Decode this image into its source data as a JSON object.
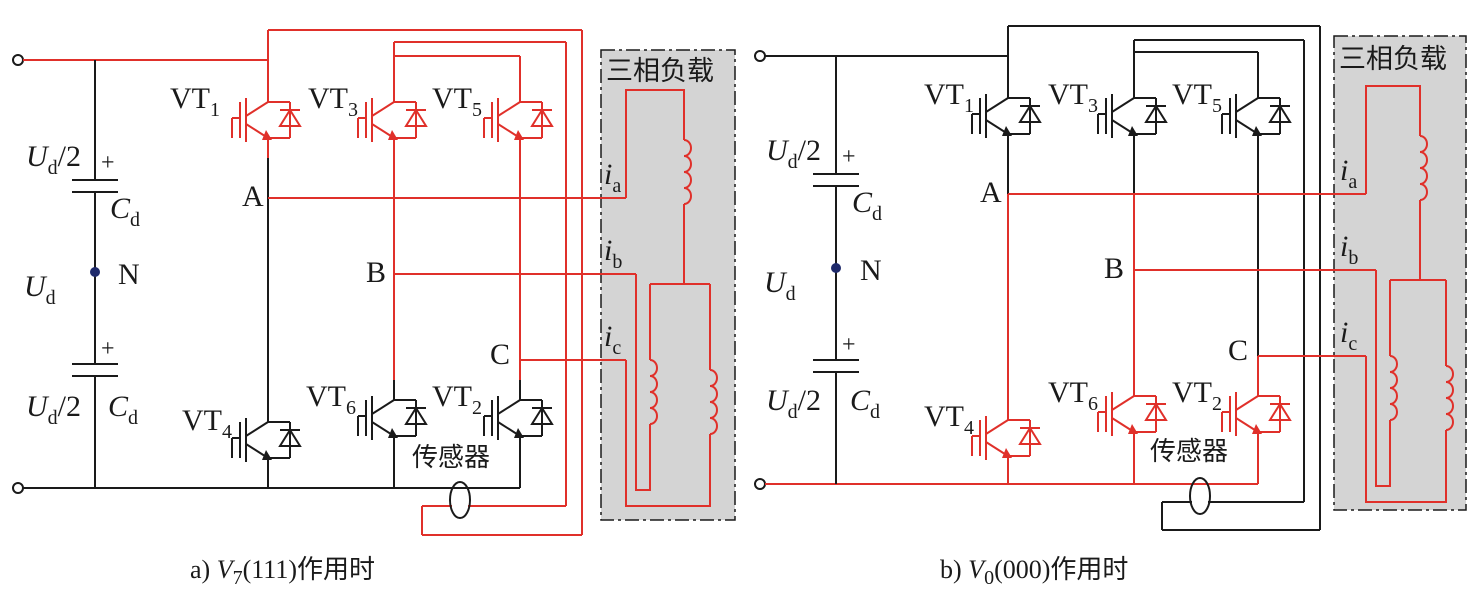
{
  "panels": [
    {
      "id": "a",
      "caption_prefix": "a) ",
      "caption_vec": "V",
      "caption_vec_sub": "7",
      "caption_state": "(111)作用时",
      "load_title": "三相负载",
      "sensor_label": "传感器",
      "node_a": "A",
      "node_b": "B",
      "node_c": "C",
      "node_n": "N",
      "ud_main": "U",
      "ud_main_sub": "d",
      "ud_half_top": "U",
      "ud_half_top_sub": "d",
      "ud_half_top_tail": "/2",
      "ud_half_bot": "U",
      "ud_half_bot_sub": "d",
      "ud_half_bot_tail": "/2",
      "cd_top": "C",
      "cd_top_sub": "d",
      "cd_bot": "C",
      "cd_bot_sub": "d",
      "plus": "+",
      "vt1": "VT",
      "vt1_sub": "1",
      "vt3": "VT",
      "vt3_sub": "3",
      "vt5": "VT",
      "vt5_sub": "5",
      "vt4": "VT",
      "vt4_sub": "4",
      "vt6": "VT",
      "vt6_sub": "6",
      "vt2": "VT",
      "vt2_sub": "2",
      "ia": "i",
      "ia_sub": "a",
      "ib": "i",
      "ib_sub": "b",
      "ic": "i",
      "ic_sub": "c"
    },
    {
      "id": "b",
      "caption_prefix": "b) ",
      "caption_vec": "V",
      "caption_vec_sub": "0",
      "caption_state": "(000)作用时",
      "load_title": "三相负载",
      "sensor_label": "传感器",
      "node_a": "A",
      "node_b": "B",
      "node_c": "C",
      "node_n": "N",
      "ud_main": "U",
      "ud_main_sub": "d",
      "ud_half_top": "U",
      "ud_half_top_sub": "d",
      "ud_half_top_tail": "/2",
      "ud_half_bot": "U",
      "ud_half_bot_sub": "d",
      "ud_half_bot_tail": "/2",
      "cd_top": "C",
      "cd_top_sub": "d",
      "cd_bot": "C",
      "cd_bot_sub": "d",
      "plus": "+",
      "vt1": "VT",
      "vt1_sub": "1",
      "vt3": "VT",
      "vt3_sub": "3",
      "vt5": "VT",
      "vt5_sub": "5",
      "vt4": "VT",
      "vt4_sub": "4",
      "vt6": "VT",
      "vt6_sub": "6",
      "vt2": "VT",
      "vt2_sub": "2",
      "ia": "i",
      "ia_sub": "a",
      "ib": "i",
      "ib_sub": "b",
      "ic": "i",
      "ic_sub": "c"
    }
  ],
  "colors": {
    "conducting": "#e0302a",
    "idle": "#1a1a1a",
    "load_fill": "#d4d4d4",
    "node_dot": "#1f2a6b"
  }
}
